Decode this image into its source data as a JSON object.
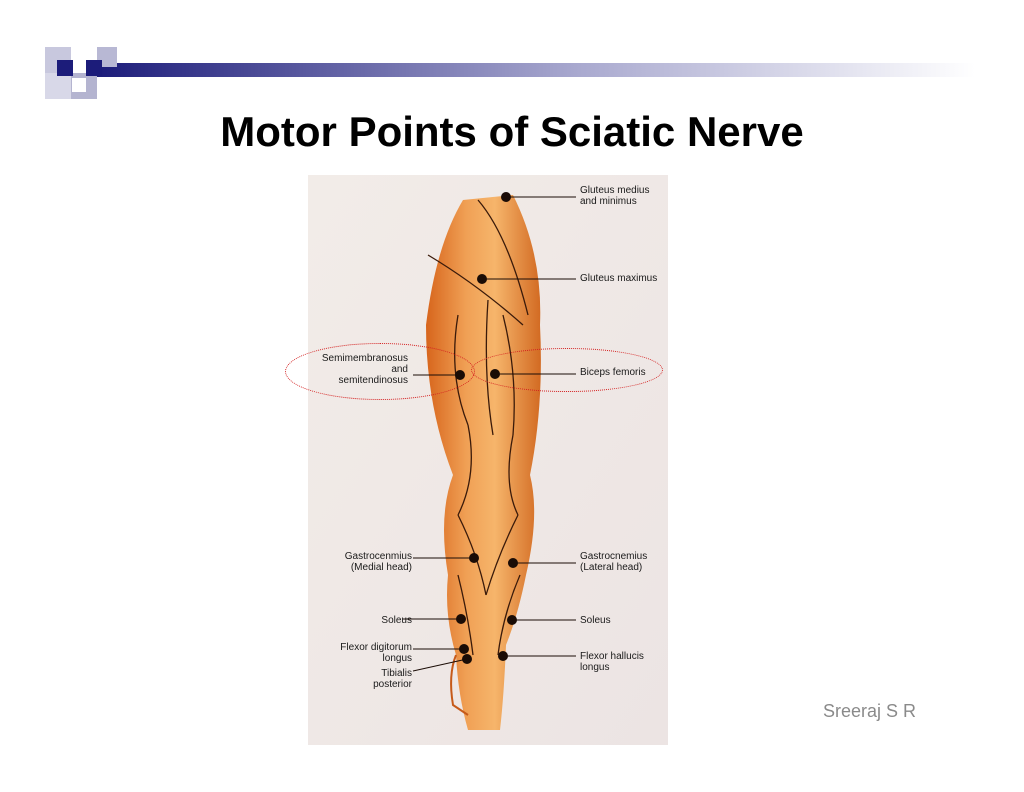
{
  "slide": {
    "title": "Motor Points of Sciatic Nerve",
    "author": "Sreeraj S R"
  },
  "labels": {
    "gluteus_medius": "Gluteus medius\nand minimus",
    "gluteus_maximus": "Gluteus maximus",
    "semimembranosus": "Semimembranosus\nand\nsemitendinosus",
    "biceps_femoris": "Biceps femoris",
    "gastro_medial": "Gastrocenmius\n(Medial head)",
    "gastro_lateral": "Gastrocnemius\n(Lateral head)",
    "soleus_left": "Soleus",
    "soleus_right": "Soleus",
    "flexor_digitorum": "Flexor digitorum\nlongus",
    "tibialis": "Tibialis\nposterior",
    "flexor_hallucis": "Flexor hallucis\nlongus"
  },
  "colors": {
    "accent_navy": "#1c1c7a",
    "highlight_ellipse": "#d42020",
    "leg_fill": "#e9893a"
  }
}
